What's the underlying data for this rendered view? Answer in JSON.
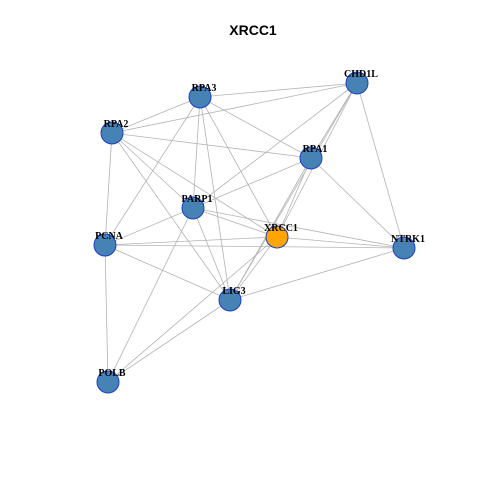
{
  "title": "XRCC1",
  "colors": {
    "default_node": "#4682b4",
    "highlight_node": "#ffa500",
    "node_border": "#1a3fc8",
    "edge": "#b3b3b3"
  },
  "nodes": [
    {
      "id": "RPA3",
      "label": "RPA3",
      "highlight": false
    },
    {
      "id": "CHD1L",
      "label": "CHD1L",
      "highlight": false
    },
    {
      "id": "RPA2",
      "label": "RPA2",
      "highlight": false
    },
    {
      "id": "RPA1",
      "label": "RPA1",
      "highlight": false
    },
    {
      "id": "PARP1",
      "label": "PARP1",
      "highlight": false
    },
    {
      "id": "XRCC1",
      "label": "XRCC1",
      "highlight": true
    },
    {
      "id": "PCNA",
      "label": "PCNA",
      "highlight": false
    },
    {
      "id": "NTRK1",
      "label": "NTRK1",
      "highlight": false
    },
    {
      "id": "LIG3",
      "label": "LIG3",
      "highlight": false
    },
    {
      "id": "POLB",
      "label": "POLB",
      "highlight": false
    }
  ],
  "edges": [
    [
      "RPA3",
      "CHD1L"
    ],
    [
      "RPA3",
      "RPA2"
    ],
    [
      "RPA3",
      "RPA1"
    ],
    [
      "RPA3",
      "PARP1"
    ],
    [
      "RPA3",
      "XRCC1"
    ],
    [
      "RPA3",
      "PCNA"
    ],
    [
      "RPA3",
      "LIG3"
    ],
    [
      "RPA2",
      "CHD1L"
    ],
    [
      "RPA2",
      "RPA1"
    ],
    [
      "RPA2",
      "PARP1"
    ],
    [
      "RPA2",
      "XRCC1"
    ],
    [
      "RPA2",
      "PCNA"
    ],
    [
      "RPA2",
      "LIG3"
    ],
    [
      "CHD1L",
      "RPA1"
    ],
    [
      "CHD1L",
      "PARP1"
    ],
    [
      "CHD1L",
      "XRCC1"
    ],
    [
      "CHD1L",
      "LIG3"
    ],
    [
      "CHD1L",
      "NTRK1"
    ],
    [
      "RPA1",
      "PARP1"
    ],
    [
      "RPA1",
      "XRCC1"
    ],
    [
      "RPA1",
      "LIG3"
    ],
    [
      "RPA1",
      "NTRK1"
    ],
    [
      "PARP1",
      "XRCC1"
    ],
    [
      "PARP1",
      "PCNA"
    ],
    [
      "PARP1",
      "LIG3"
    ],
    [
      "PARP1",
      "NTRK1"
    ],
    [
      "PARP1",
      "POLB"
    ],
    [
      "XRCC1",
      "PCNA"
    ],
    [
      "XRCC1",
      "NTRK1"
    ],
    [
      "XRCC1",
      "LIG3"
    ],
    [
      "XRCC1",
      "POLB"
    ],
    [
      "PCNA",
      "NTRK1"
    ],
    [
      "PCNA",
      "LIG3"
    ],
    [
      "PCNA",
      "POLB"
    ],
    [
      "LIG3",
      "NTRK1"
    ],
    [
      "LIG3",
      "POLB"
    ]
  ]
}
